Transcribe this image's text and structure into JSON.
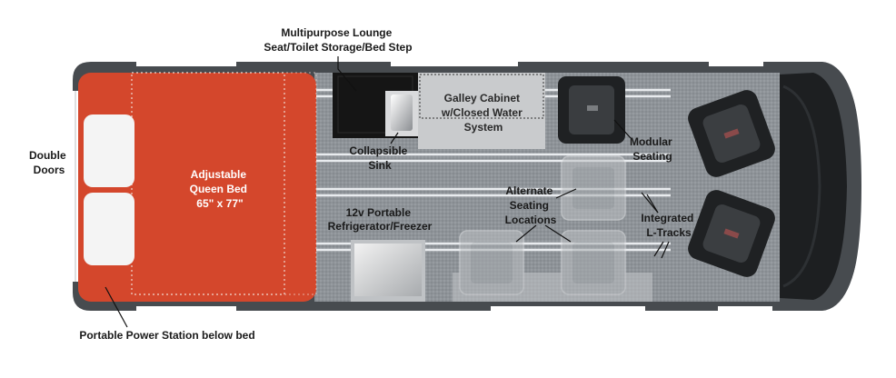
{
  "floorplan": {
    "labels": {
      "lounge": [
        "Multipurpose Lounge",
        "Seat/Toilet Storage/Bed Step"
      ],
      "double_doors": [
        "Double",
        "Doors"
      ],
      "bed": [
        "Adjustable",
        "Queen Bed",
        "65\" x 77\""
      ],
      "galley": [
        "Galley Cabinet",
        "w/Closed Water",
        "System"
      ],
      "sink": [
        "Collapsible",
        "Sink"
      ],
      "fridge": [
        "12v Portable",
        "Refrigerator/Freezer"
      ],
      "alt_seating": [
        "Alternate",
        "Seating",
        "Locations"
      ],
      "modular": [
        "Modular",
        "Seating"
      ],
      "ltracks": [
        "Integrated",
        "L-Tracks"
      ],
      "power_station": "Portable Power Station below bed"
    },
    "icons": {
      "pillow": "pillow-icon",
      "seat": "seat-icon",
      "cab_seat": "cab-seat-icon",
      "sink": "sink-icon",
      "fridge": "fridge-icon"
    },
    "colors": {
      "bed": "#d4472c",
      "floor": "#8f9499",
      "body": "#4a4e52",
      "galley": "#c9cbcd",
      "lounge": "#151515"
    }
  }
}
